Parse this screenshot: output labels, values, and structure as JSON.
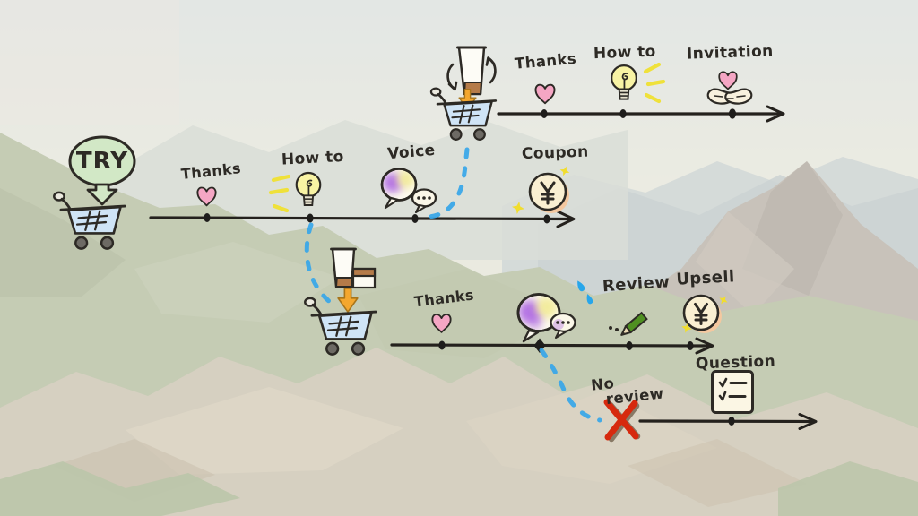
{
  "palette": {
    "ink": "#2d2a25",
    "cart_blue": "#cfe4f6",
    "heart_pink": "#f5a6c4",
    "bulb_yellow": "#f8f3a4",
    "try_green": "#d2e8c6",
    "coin_cream": "#f9efd2",
    "coin_shadow_peach": "#f4c8a0",
    "sparkle_yellow": "#f1dd2e",
    "arrow_orange": "#f4a72e",
    "pencil_green": "#4f9021",
    "connector_blue": "#36a6e9",
    "cross_red": "#d6290e",
    "speech_purple": "#a95fe2",
    "speech_yellow": "#f2eb9a",
    "product_brown": "#b57b49"
  },
  "currency_symbol": "¥",
  "journey": {
    "repeat": {
      "stops": [
        {
          "label": "Thanks",
          "icon": "heart-icon"
        },
        {
          "label": "How to",
          "icon": "lightbulb-icon"
        },
        {
          "label": "Invitation",
          "icon": "hands-heart-icon"
        }
      ]
    },
    "first": {
      "start_bubble": "TRY",
      "stops": [
        {
          "label": "Thanks",
          "icon": "heart-icon"
        },
        {
          "label": "How to",
          "icon": "lightbulb-icon"
        },
        {
          "label": "Voice",
          "icon": "speech-bubble-icon"
        },
        {
          "label": "Coupon",
          "icon": "yen-coin-icon"
        }
      ]
    },
    "second": {
      "stops": [
        {
          "label": "Thanks",
          "icon": "heart-icon"
        },
        {
          "label": "",
          "icon": "speech-bubble-icon"
        },
        {
          "label": "Review",
          "icon": "pencil-icon"
        },
        {
          "label": "Upsell",
          "icon": "yen-coin-icon"
        }
      ]
    },
    "branch": {
      "label_line1": "No",
      "label_line2": "review",
      "stops": [
        {
          "label": "Question",
          "icon": "checklist-icon"
        }
      ]
    }
  }
}
